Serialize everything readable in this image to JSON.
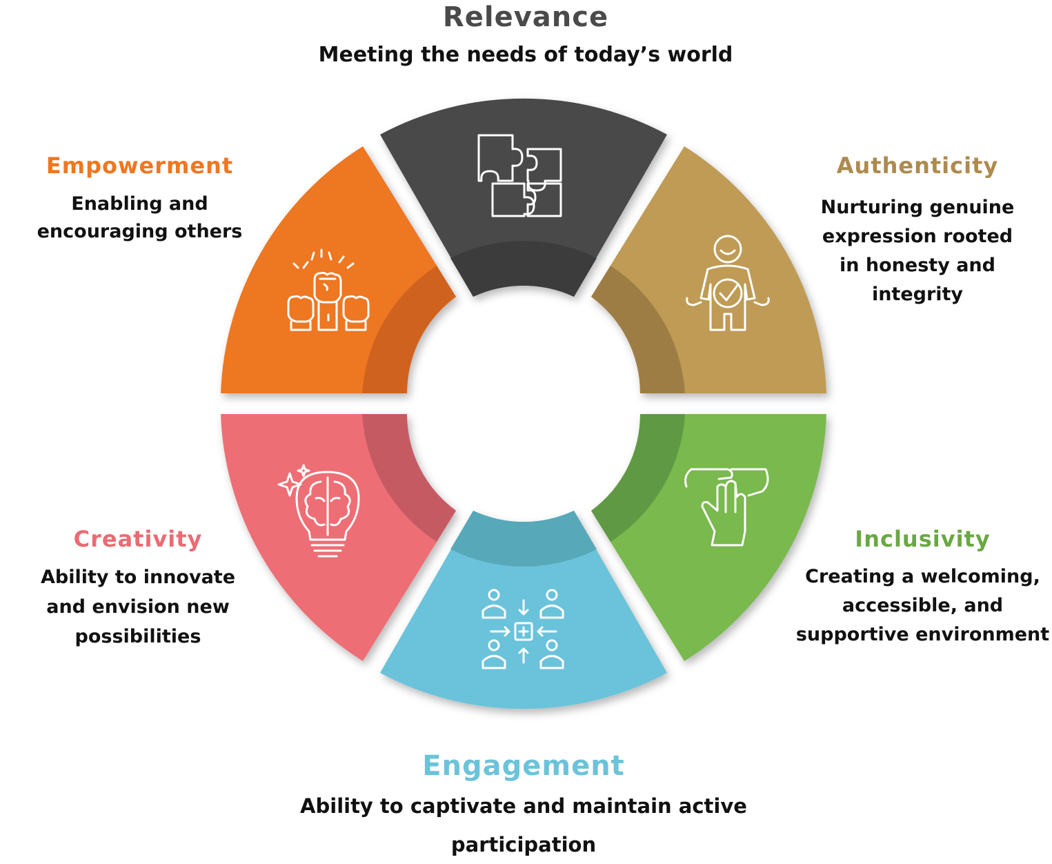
{
  "segments": [
    {
      "key": "relevance",
      "title": "Relevance",
      "description": "Meeting the needs of today’s world",
      "color": "#4a4a4a",
      "inner_color": "#3c3c3c",
      "title_color": "#4a4a4a",
      "icon": "puzzle-icon"
    },
    {
      "key": "authenticity",
      "title": "Authenticity",
      "description": "Nurturing genuine expression rooted in honesty and integrity",
      "color": "#bf9b55",
      "inner_color": "#9e7d45",
      "title_color": "#ad8a4e",
      "icon": "person-check-icon"
    },
    {
      "key": "inclusivity",
      "title": "Inclusivity",
      "description": "Creating a welcoming, accessible, and supportive environment",
      "color": "#79b94e",
      "inner_color": "#5f9943",
      "title_color": "#6aa843",
      "icon": "stacked-hands-icon"
    },
    {
      "key": "engagement",
      "title": "Engagement",
      "description": "Ability to captivate and maintain active participation",
      "color": "#6bc3da",
      "inner_color": "#57a9b9",
      "title_color": "#6bc3da",
      "icon": "team-collaboration-icon"
    },
    {
      "key": "creativity",
      "title": "Creativity",
      "description": "Ability to innovate and envision new possibilities",
      "color": "#ed6e75",
      "inner_color": "#c65a63",
      "title_color": "#ea6b72",
      "icon": "brain-lightbulb-icon"
    },
    {
      "key": "empowerment",
      "title": "Empowerment",
      "description": "Enabling and encouraging others",
      "color": "#ee7722",
      "inner_color": "#d0621f",
      "title_color": "#ee7722",
      "icon": "raised-fists-icon"
    }
  ]
}
